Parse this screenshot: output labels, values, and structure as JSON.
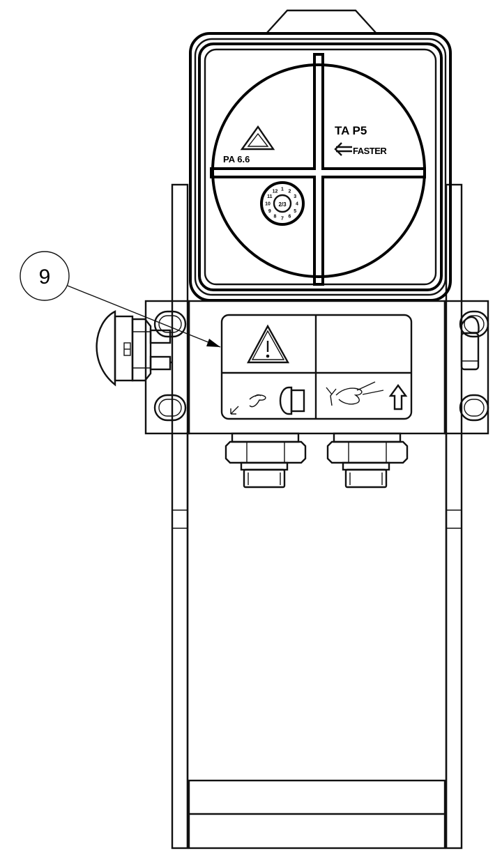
{
  "callout": {
    "number": "9"
  },
  "cover_labels": {
    "material_code": "PA 6.6",
    "model": "TA P5",
    "brand": "FASTER",
    "date_wheel_center": "2/3"
  },
  "date_wheel_numbers": [
    "1",
    "2",
    "3",
    "4",
    "5",
    "6",
    "7",
    "8",
    "9",
    "10",
    "11",
    "12"
  ],
  "colors": {
    "line": "#111111",
    "background": "#ffffff"
  },
  "icons": {
    "warning": "warning-triangle-icon",
    "connect": "hand-insert-arrow-icon",
    "disconnect": "hand-lift-arrow-icon",
    "recycle": "recycle-triangle-icon"
  }
}
